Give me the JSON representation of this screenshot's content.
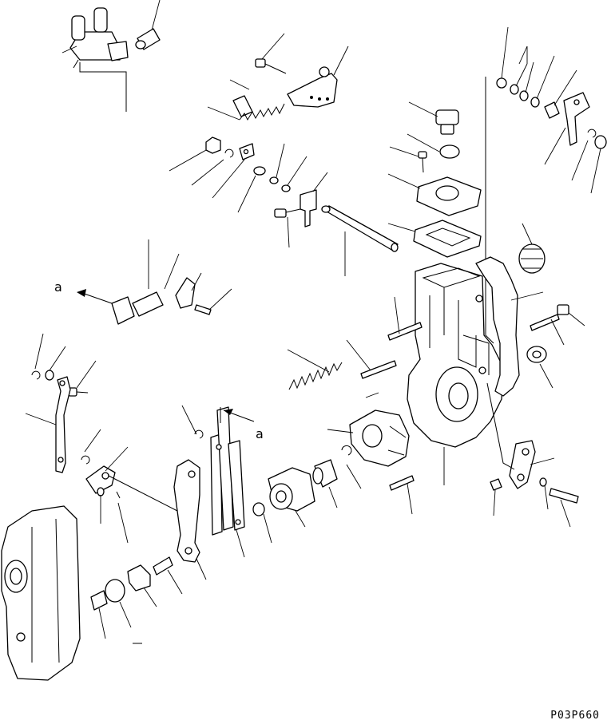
{
  "diagram": {
    "drawing_code": "P03P660",
    "callout_label_left": "a",
    "callout_label_right": "a"
  },
  "colors": {
    "ink": "#000000",
    "paper": "#ffffff"
  }
}
